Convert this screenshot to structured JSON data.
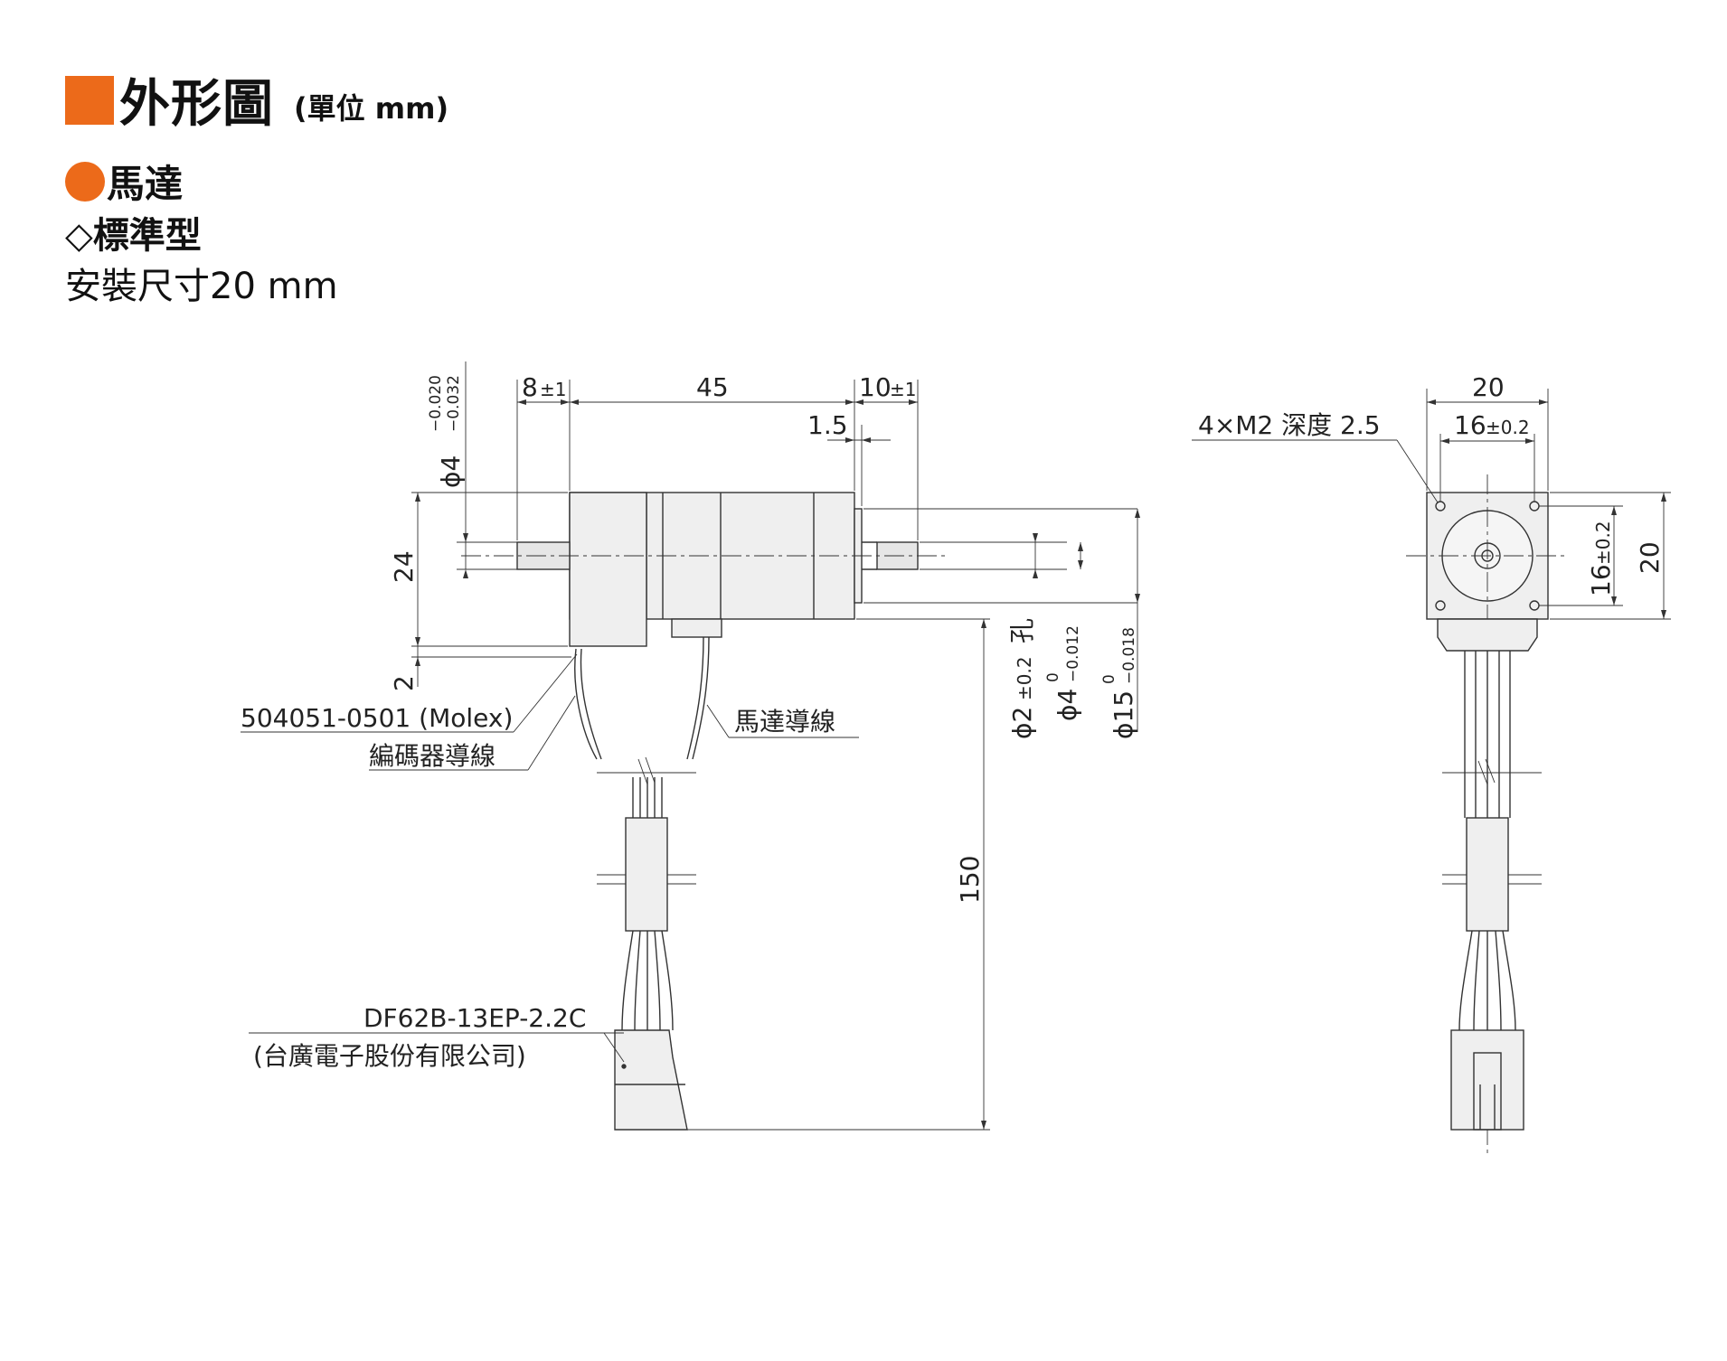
{
  "header": {
    "title": "外形圖",
    "unit": "(單位 mm)",
    "accent_color": "#EC6A1A"
  },
  "section": {
    "category_icon": "orange-circle",
    "category": "馬達",
    "type_icon": "diamond-outline",
    "type": "標準型",
    "size": "安裝尺寸20 mm"
  },
  "dimensions": {
    "rear_shaft": "8",
    "rear_shaft_tol": "±1",
    "body_length": "45",
    "front_shaft": "10",
    "front_shaft_tol": "±1",
    "flange": "1.5",
    "shaft_dia_rear": "ϕ4",
    "shaft_dia_rear_tol_upper": "−0.020",
    "shaft_dia_rear_tol_lower": "−0.032",
    "height": "24",
    "offset": "2",
    "hole_dia": "ϕ2",
    "hole_dia_tol": "±0.2",
    "hole_suffix": "孔",
    "shaft_dia": "ϕ4",
    "shaft_dia_tol_upper": "0",
    "shaft_dia_tol_lower": "−0.012",
    "pilot_dia": "ϕ15",
    "pilot_dia_tol_upper": "0",
    "pilot_dia_tol_lower": "−0.018",
    "lead_length": "150",
    "mount_square": "20",
    "mount_pitch": "16",
    "mount_pitch_tol": "±0.2",
    "mount_pitch_v": "16",
    "mount_pitch_v_tol": "±0.2",
    "mount_square_v": "20"
  },
  "labels": {
    "encoder_connector": "504051-0501 (Molex)",
    "encoder_lead": "編碼器導線",
    "motor_lead": "馬達導線",
    "output_connector": "DF62B-13EP-2.2C",
    "output_connector_maker": "(台廣電子股份有限公司)",
    "mount_holes": "4×M2 深度 2.5"
  }
}
